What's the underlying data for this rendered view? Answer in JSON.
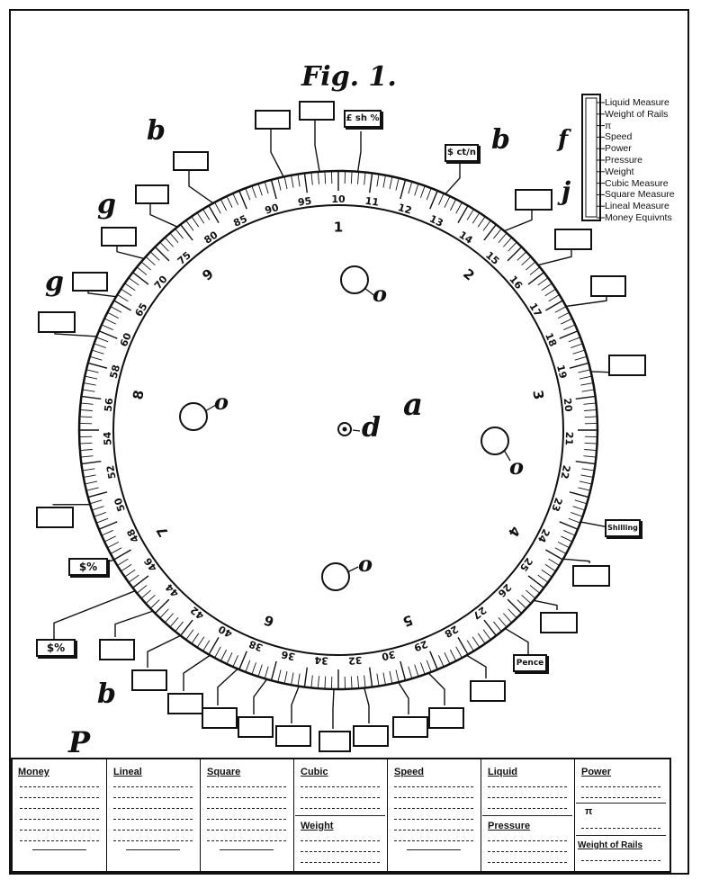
{
  "title": "Fig. 1.",
  "reference_letters": {
    "a": "a",
    "b": "b",
    "d": "d",
    "f": "f",
    "g": "g",
    "j": "j",
    "o": "o",
    "p": "P"
  },
  "dial": {
    "outer_numbers": [
      "10",
      "11",
      "12",
      "13",
      "14",
      "15",
      "16",
      "17",
      "18",
      "19",
      "20",
      "21",
      "22",
      "23",
      "24",
      "25",
      "26",
      "27",
      "28",
      "29",
      "30",
      "32",
      "34",
      "36",
      "38",
      "40",
      "42",
      "44",
      "46",
      "48",
      "50",
      "52",
      "54",
      "56",
      "58",
      "60",
      "65",
      "70",
      "75",
      "80",
      "85",
      "90",
      "95"
    ],
    "inner_numbers": [
      "1",
      "2",
      "3",
      "4",
      "5",
      "6",
      "7",
      "8",
      "9"
    ]
  },
  "box_labels": {
    "shilling_pence_top": "£ sh %",
    "dollars_cents": "$ ct/n",
    "pct_1": "$%",
    "pct_2": "$%",
    "shilling": "Shilling",
    "pence": "Pence"
  },
  "legend": [
    "Liquid Measure",
    "Weight of Rails",
    "π",
    "Speed",
    "Power",
    "Pressure",
    "Weight",
    "Cubic Measure",
    "Square Measure",
    "Lineal Measure",
    "Money Equivnts"
  ],
  "table": {
    "columns": [
      "Money",
      "Lineal",
      "Square",
      "Cubic",
      "Speed",
      "Liquid",
      "Power"
    ],
    "sub": {
      "cubic_lower": "Weight",
      "liquid_lower": "Pressure",
      "power_mid": "π",
      "power_lower": "Weight of Rails"
    }
  }
}
